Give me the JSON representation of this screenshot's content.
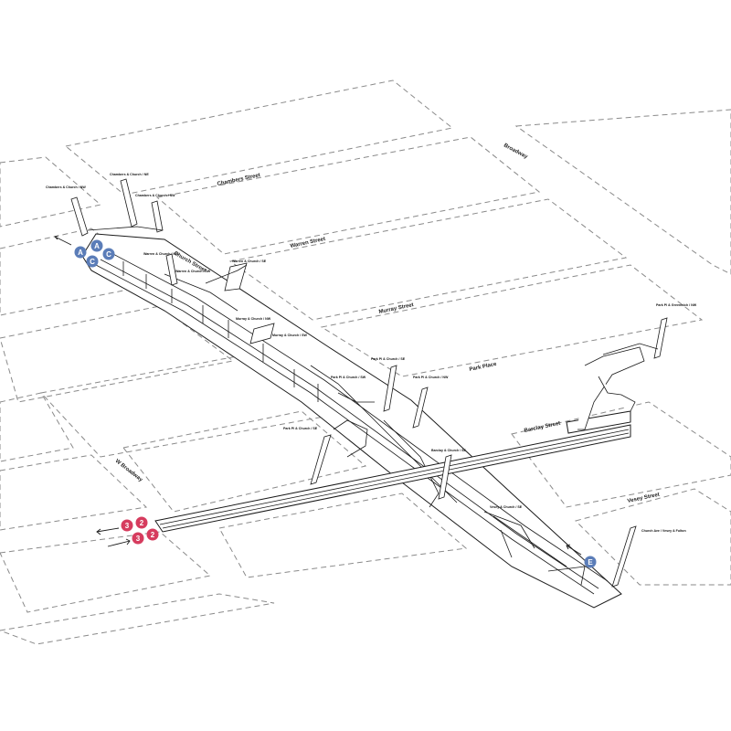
{
  "streets": {
    "broadway": "Broadway",
    "chambers": "Chambers Street",
    "warren": "Warren Street",
    "church": "Church Street",
    "murray": "Murray Street",
    "park_place": "Park Place",
    "barclay": "Barclay Street",
    "vesey": "Vesey Street",
    "w_broadway": "W Broadway"
  },
  "exits": {
    "e1": "Chambers & Church / NW",
    "e2": "Chambers & Church / NE",
    "e3": "Chambers & Church / SW",
    "e4": "Warren & Church / NW",
    "e5": "Warren & Church / SW",
    "e6": "Warren & Church / SE",
    "e7": "Murray & Church / NW",
    "e8": "Murray & Church / SW",
    "e9": "Park Pl & Church / SE",
    "e10": "Park Pl & Church / SW",
    "e11": "Park Pl & Church / NW",
    "e12": "Park Pl & Church / SE",
    "e13": "Park Pl & Greenwich / NW",
    "e14": "Barclay & Church / SE",
    "e15": "Vesey & Church / SE",
    "e16": "Church Ave / Vesey & Fulton"
  },
  "routes": {
    "a": "A",
    "c": "C",
    "e": "E",
    "two": "2",
    "three": "3",
    "blue": "#5b7db8",
    "red": "#d63c5e"
  }
}
